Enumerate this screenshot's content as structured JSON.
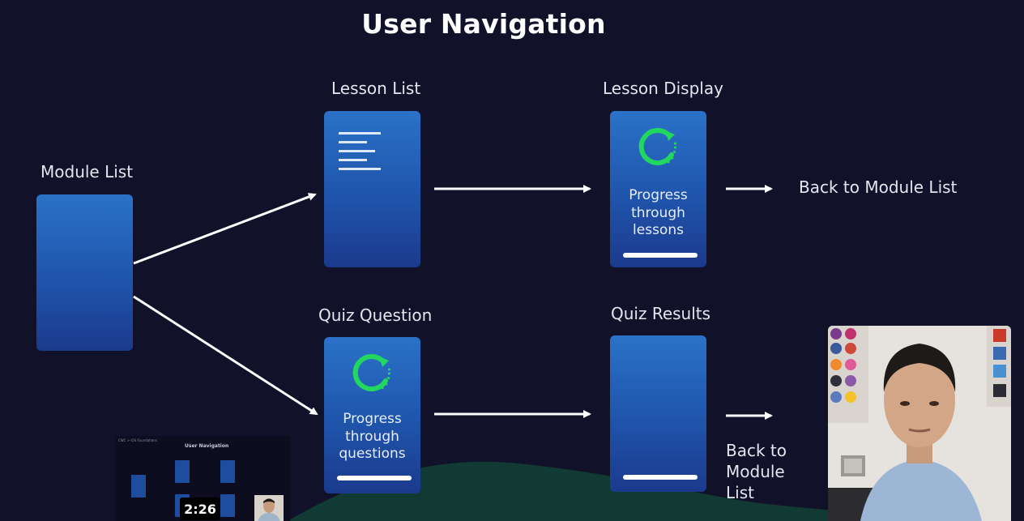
{
  "title": "User Navigation",
  "nodes": {
    "module_list": {
      "label": "Module List"
    },
    "lesson_list": {
      "label": "Lesson List"
    },
    "lesson_display": {
      "label": "Lesson Display",
      "text": [
        "Progress",
        "through",
        "lessons"
      ]
    },
    "quiz_question": {
      "label": "Quiz Question",
      "text": [
        "Progress",
        "through",
        "questions"
      ]
    },
    "quiz_results": {
      "label": "Quiz Results"
    }
  },
  "back_top": "Back to Module List",
  "back_bottom": [
    "Back to",
    "Module",
    "List"
  ],
  "video": {
    "timestamp": "2:26",
    "thumbnail_title": "User Navigation",
    "thumbnail_crumb": "CWC > iOS Foundations"
  },
  "colors": {
    "background": "#11112a",
    "screen_top": "#2a72c8",
    "screen_bottom": "#1b3a8d",
    "spinner": "#22d65f",
    "hill": "#123a34"
  },
  "icons": [
    "text-lines-icon",
    "progress-spinner-icon",
    "right-arrow-icon"
  ]
}
